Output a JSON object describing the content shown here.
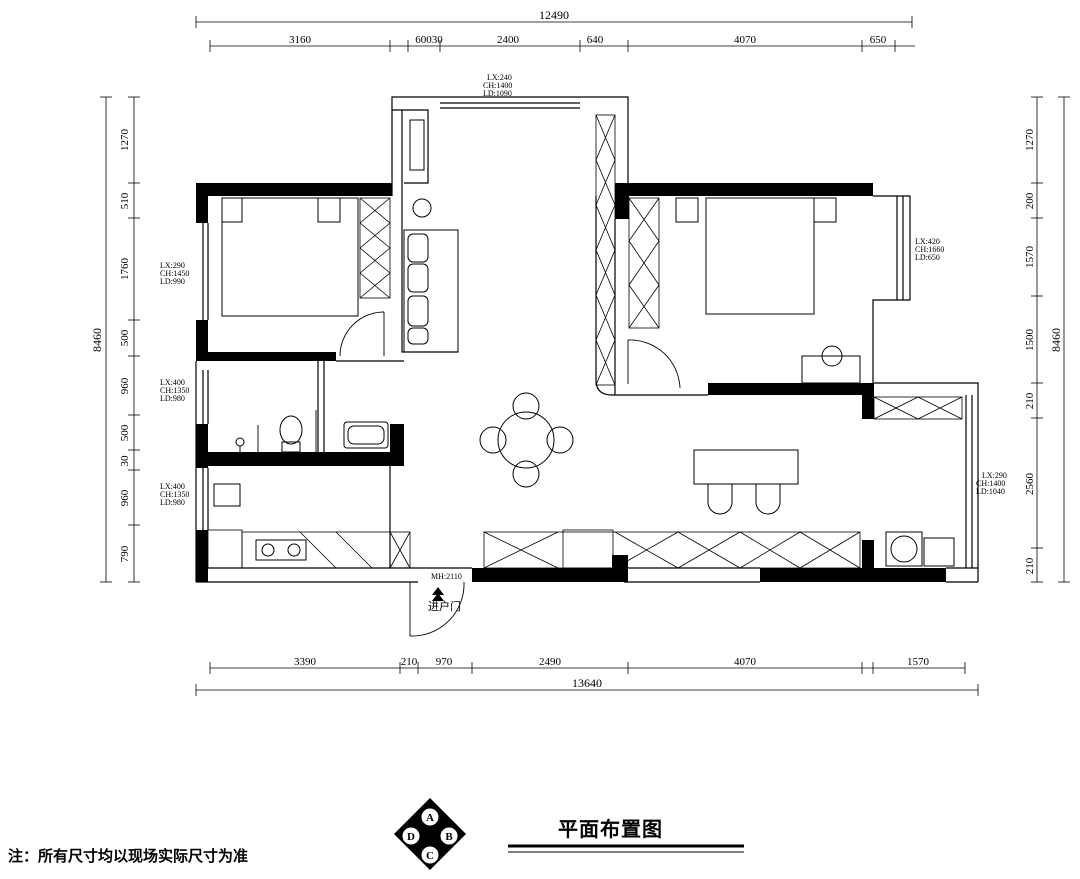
{
  "title": "平面布置图",
  "note": "注：所有尺寸均以现场实际尺寸为准",
  "entrance_label": "进户门",
  "entrance_height": "MH:2110",
  "compass": [
    "A",
    "B",
    "C",
    "D"
  ],
  "dims": {
    "top_total": "12490",
    "top": [
      "3160",
      "60030",
      "2400",
      "640",
      "4070",
      "650"
    ],
    "bottom": [
      "3390",
      "210",
      "970",
      "2490",
      "4070",
      "1570"
    ],
    "bottom_total": "13640",
    "left_total": "8460",
    "left": [
      "1270",
      "510",
      "1760",
      "500",
      "960",
      "500",
      "30",
      "960",
      "790"
    ],
    "right_total": "8460",
    "right": [
      "1270",
      "200",
      "1570",
      "1500",
      "210",
      "2560",
      "210"
    ]
  },
  "windows": {
    "top": [
      "LX:240",
      "CH:1400",
      "LD:1090"
    ],
    "bedroom_left": [
      "LX:290",
      "CH:1450",
      "LD:990"
    ],
    "bathroom": [
      "LX:400",
      "CH:1350",
      "LD:980"
    ],
    "kitchen": [
      "LX:400",
      "CH:1350",
      "LD:980"
    ],
    "bedroom_right": [
      "LX:420",
      "CH:1660",
      "LD:650"
    ],
    "balcony": [
      "LX:290",
      "CH:1400",
      "LD:1040"
    ]
  }
}
